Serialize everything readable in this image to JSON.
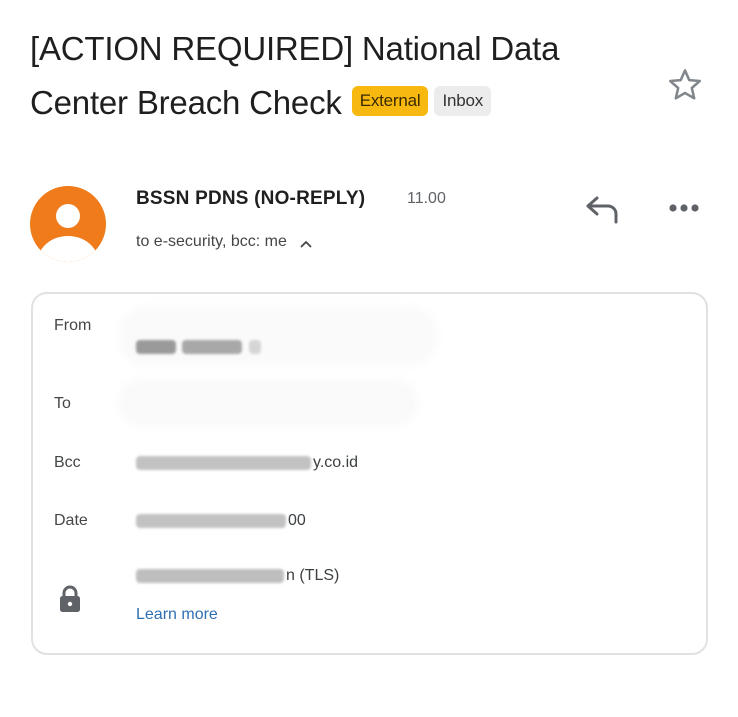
{
  "subject": {
    "line1": "[ACTION REQUIRED] National Data",
    "line2": "Center Breach Check",
    "labels": [
      {
        "text": "External",
        "color": "#f7b90f"
      },
      {
        "text": "Inbox",
        "color": "#ececec"
      }
    ]
  },
  "icons": {
    "star": "star-outline-icon",
    "reply": "reply-arrow-icon",
    "more": "more-horizontal-icon",
    "chevron": "chevron-up-icon",
    "lock": "lock-icon"
  },
  "sender": {
    "name": "BSSN PDNS (NO-REPLY)",
    "time": "11.00",
    "recipients": "to e-security, bcc: me",
    "avatar_color": "#ef7b1a"
  },
  "details": {
    "from": {
      "label": "From",
      "value": "[redacted]"
    },
    "to": {
      "label": "To",
      "value": "[redacted]"
    },
    "bcc": {
      "label": "Bcc",
      "value_suffix": "y.co.id"
    },
    "date": {
      "label": "Date",
      "value_suffix": "00"
    },
    "security": {
      "value_suffix": "n (TLS)",
      "link": "Learn more",
      "link_color": "#2f6fb3"
    }
  }
}
